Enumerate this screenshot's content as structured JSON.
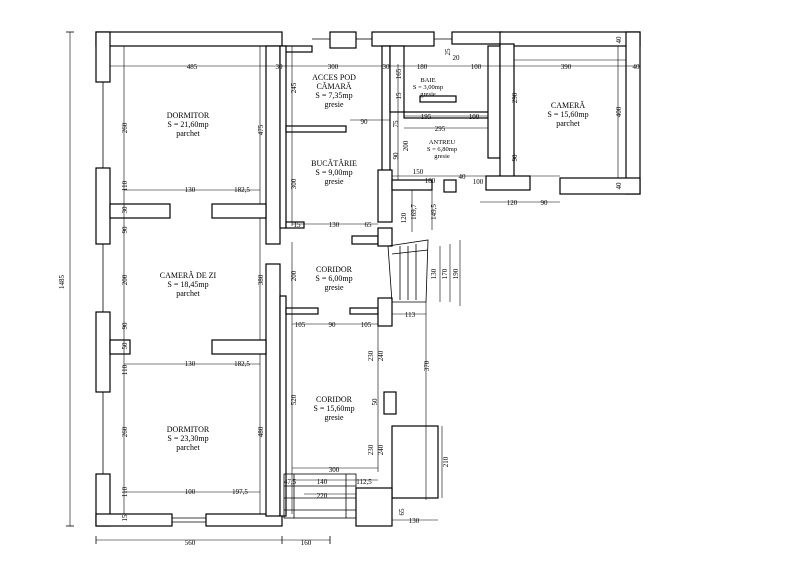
{
  "rooms": [
    {
      "name": "DORMITOR",
      "area": "S = 21,60mp",
      "floor": "parchet"
    },
    {
      "name": "CAMERĂ DE ZI",
      "area": "S = 18,45mp",
      "floor": "parchet"
    },
    {
      "name": "DORMITOR",
      "area": "S = 23,30mp",
      "floor": "parchet"
    },
    {
      "name": "ACCES POD",
      "name2": "CĂMARĂ",
      "area": "S = 7,35mp",
      "floor": "gresie"
    },
    {
      "name": "BUCĂTĂRIE",
      "area": "S = 9,00mp",
      "floor": "gresie"
    },
    {
      "name": "CORIDOR",
      "area": "S = 6,00mp",
      "floor": "gresie"
    },
    {
      "name": "CORIDOR",
      "area": "S = 15,60mp",
      "floor": "gresie"
    },
    {
      "name": "BAIE",
      "area": "S = 3,00mp",
      "floor": "gresie"
    },
    {
      "name": "ANTREU",
      "area": "S = 6,80mp",
      "floor": "gresie"
    },
    {
      "name": "CAMERĂ",
      "area": "S = 15,60mp",
      "floor": "parchet"
    }
  ],
  "dims": {
    "overall_height": "1485",
    "bottom_left": "560",
    "bottom_mid": "160",
    "top_485": "485",
    "top_30a": "30",
    "top_300": "300",
    "top_30b": "30",
    "top_180": "180",
    "top_100": "100",
    "top_390": "390",
    "top_40": "40",
    "left_260a": "260",
    "left_110a": "110",
    "left_30": "30",
    "left_90a": "90",
    "left_200": "200",
    "left_90b": "90",
    "left_50": "50",
    "left_110b": "110",
    "left_260b": "260",
    "left_110c": "110",
    "left_15": "15",
    "r1_130": "130",
    "r1_1825": "182,5",
    "r1_475": "475",
    "r2_130": "130",
    "r2_1825": "182,5",
    "r2_380": "380",
    "r3_100": "100",
    "r3_1975": "197,5",
    "r3_480": "480",
    "k_245": "245",
    "k_300": "300",
    "k_90": "90",
    "k_15": "15",
    "k_130": "130",
    "k_65": "65",
    "c_200": "200",
    "c_105a": "105",
    "c_90": "90",
    "c_105b": "105",
    "c_113": "113",
    "c_520": "520",
    "c_230a": "230",
    "c_240a": "240",
    "c_50": "50",
    "c_230b": "230",
    "c_240b": "240",
    "c_370": "370",
    "c_300": "300",
    "c_475": "47,5",
    "c_140": "140",
    "c_1125": "112,5",
    "c_220": "220",
    "c_210": "210",
    "c_130": "130",
    "c_65": "65",
    "b_165": "165",
    "b_15": "15",
    "b_195": "195",
    "b_100": "100",
    "b_295": "295",
    "b_75": "75",
    "b_200": "200",
    "b_150": "150",
    "b_180": "180",
    "b_40": "40",
    "b_90": "90",
    "b_120": "120",
    "b_1495": "149,5",
    "b_1697": "169,7",
    "s_130": "130",
    "s_170": "170",
    "s_190": "190",
    "e_290": "290",
    "e_90": "90",
    "e_400": "400",
    "e_40a": "40",
    "e_40b": "40",
    "e_120": "120",
    "e_90b": "90",
    "e_25": "25",
    "e_20": "20",
    "e_100": "100"
  }
}
